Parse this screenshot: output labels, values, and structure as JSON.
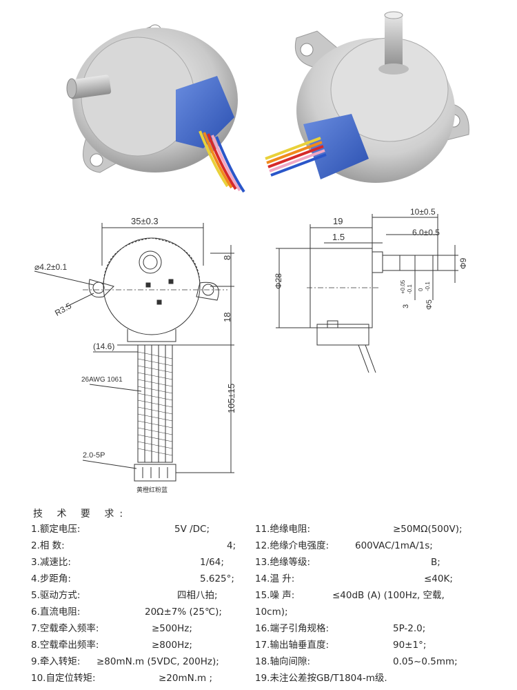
{
  "drawing_front": {
    "width_dim": "35±0.3",
    "hole_dim": "⌀4.2±0.1",
    "radius_dim": "R3.5",
    "top_dim": "8",
    "mid_dim": "18",
    "connector_offset_dim": "(14.6)",
    "wire_label": "26AWG 1061",
    "length_dim": "105±15",
    "connector_label": "2.0-5P",
    "color_code": "黄橙红粉蓝"
  },
  "drawing_side": {
    "dim_10": "10±0.5",
    "dim_19": "19",
    "dim_6": "6.0±0.5",
    "dim_1_5": "1.5",
    "dia_28": "Φ28",
    "dim_3": "3",
    "dim_3_tol_upper": "+0.05",
    "dim_3_tol_lower": "-0.1",
    "dia_5": "Φ5",
    "dia_5_tol_upper": "0",
    "dia_5_tol_lower": "-0.1",
    "dia_9": "Φ9"
  },
  "spec": {
    "title": "技 术 要 求:",
    "left": [
      {
        "label": "1.额定电压:",
        "value": "5V /DC;"
      },
      {
        "label": "2.相         数:",
        "value": "4;"
      },
      {
        "label": "3.减速比:",
        "value": "1/64;"
      },
      {
        "label": "4.步距角:",
        "value": "5.625°;"
      },
      {
        "label": "5.驱动方式:",
        "value": "四相八拍;"
      },
      {
        "label": "6.直流电阻:",
        "value": "20Ω±7% (25℃);"
      },
      {
        "label": "7.空载牵入频率:",
        "value": "≥500Hz;"
      },
      {
        "label": "8.空载牵出频率:",
        "value": "≥800Hz;"
      },
      {
        "label": "9.牵入转矩:",
        "value": "≥80mN.m (5VDC, 200Hz);"
      },
      {
        "label": "10.自定位转矩:",
        "value": "≥20mN.m     ;"
      }
    ],
    "right": [
      {
        "label": "11.绝缘电阻:",
        "value": "≥50MΩ(500V);"
      },
      {
        "label": "12.绝缘介电强度:",
        "value": "600VAC/1mA/1s;"
      },
      {
        "label": "13.绝缘等级:",
        "value": "B;"
      },
      {
        "label": "14.温         升:",
        "value": "≤40K;"
      },
      {
        "label": "15.噪         声:",
        "value": "≤40dB (A) (100Hz, 空载,"
      },
      {
        "label": "10cm);",
        "value": ""
      },
      {
        "label": "16.端子引角规格:",
        "value": "5P-2.0;"
      },
      {
        "label": "17.输出轴垂直度:",
        "value": "90±1°;"
      },
      {
        "label": "18.轴向间隙:",
        "value": "0.05~0.5mm;"
      },
      {
        "label": "19.未注公差按GB/T1804-m级.",
        "value": ""
      }
    ]
  }
}
